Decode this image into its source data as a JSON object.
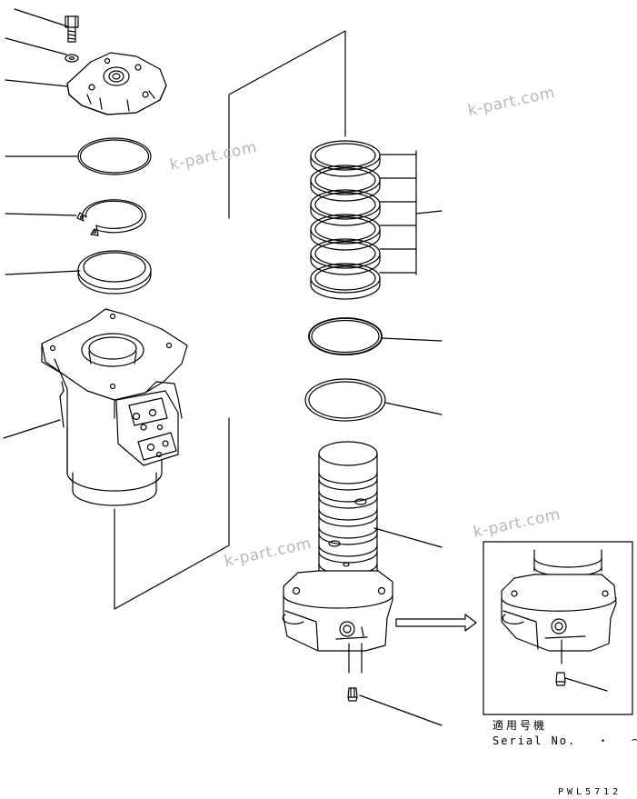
{
  "watermark": "k-part.com",
  "applicability": {
    "jp_label": "適用号機",
    "serial_prefix": "Serial No.",
    "serial_sep": "・",
    "serial_range": "～"
  },
  "figure_code": "PWL5712"
}
